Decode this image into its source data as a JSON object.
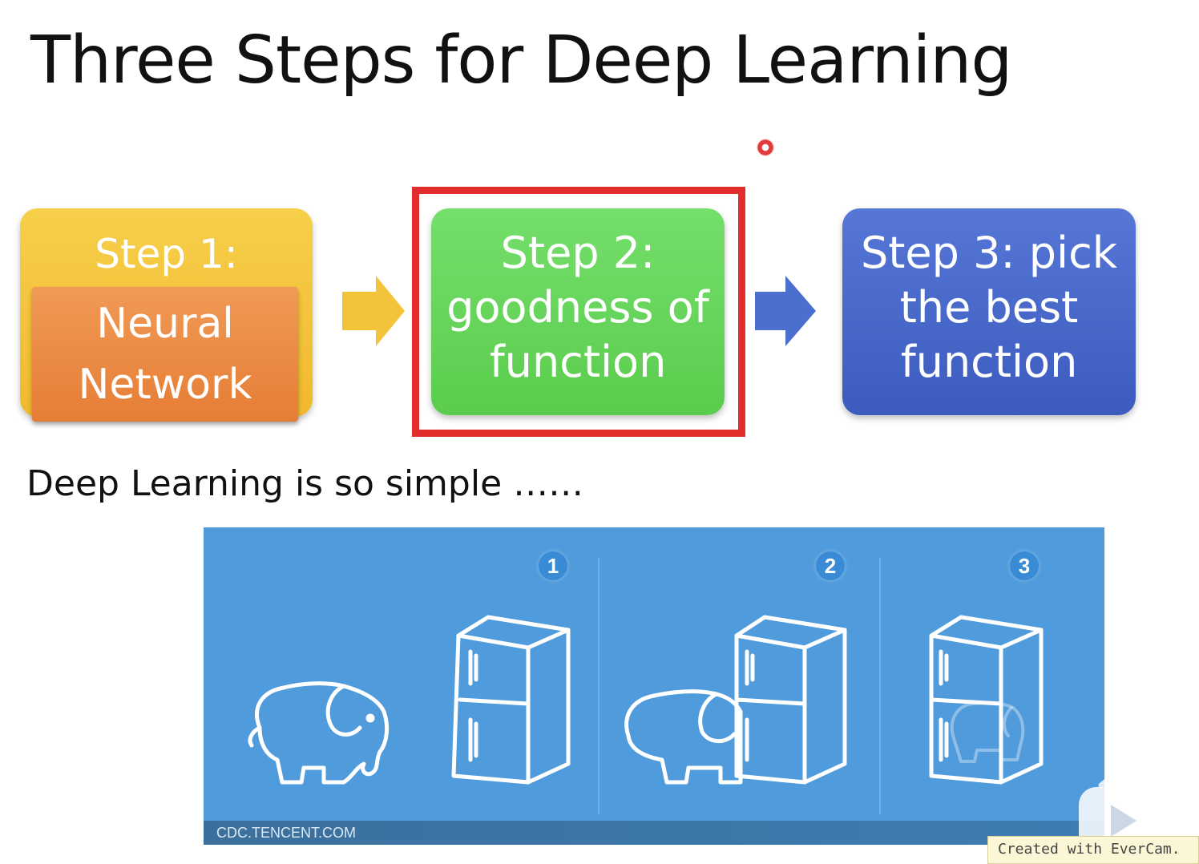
{
  "slide": {
    "title": "Three Steps for Deep Learning",
    "subtitle": "Deep Learning is so simple ……"
  },
  "steps": [
    {
      "head": "Step 1:",
      "line1": "Neural",
      "line2": "Network",
      "color": "#f0b92d",
      "inner_color": "#e67d35"
    },
    {
      "line1": "Step 2:",
      "line2": "goodness of",
      "line3": "function",
      "color": "#5bcc4d",
      "highlighted": true,
      "highlight_color": "#e32d2d"
    },
    {
      "line1": "Step 3: pick",
      "line2": "the best",
      "line3": "function",
      "color": "#3b5bbf"
    }
  ],
  "arrows": [
    {
      "color": "#f3c43a",
      "icon": "right-arrow-icon"
    },
    {
      "color": "#4a6fcf",
      "icon": "right-arrow-icon"
    }
  ],
  "illustration": {
    "numbers": [
      "1",
      "2",
      "3"
    ],
    "footer": "CDC.TENCENT.COM",
    "background": "#4f9bdc"
  },
  "watermark": {
    "text": "Created with EverCam."
  }
}
